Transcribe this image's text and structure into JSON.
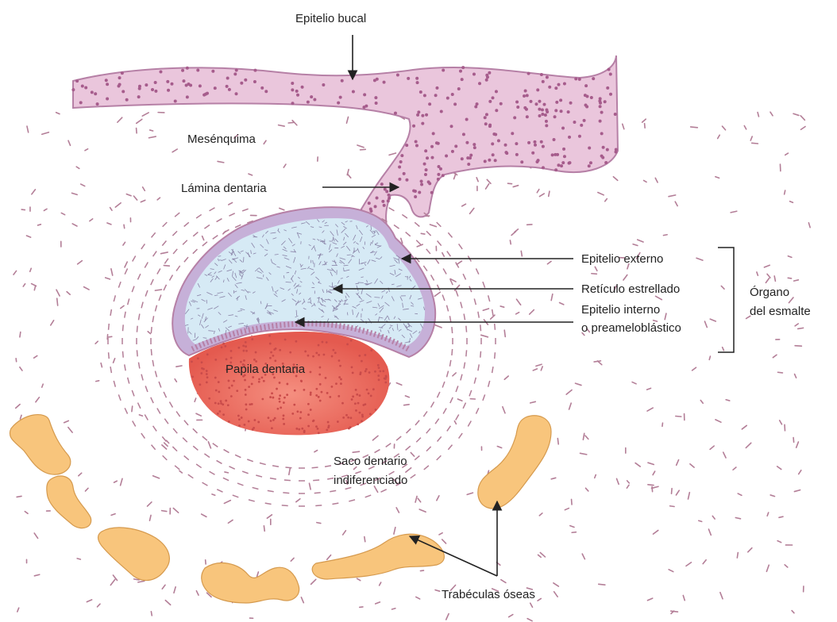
{
  "labels": {
    "epitelio_bucal": "Epitelio bucal",
    "mesenquima": "Mesénquima",
    "lamina_dentaria": "Lámina dentaria",
    "epitelio_externo": "Epitelio externo",
    "reticulo_estrellado": "Retículo estrellado",
    "epitelio_interno_line1": "Epitelio interno",
    "epitelio_interno_line2": "o preameloblástico",
    "organo_line1": "Órgano",
    "organo_line2": "del esmalte",
    "papila_dentaria": "Papila dentaria",
    "saco_line1": "Saco dentario",
    "saco_line2": "indiferenciado",
    "trabeculas": "Trabéculas óseas"
  },
  "colors": {
    "epithelium_fill": "#eac6dc",
    "epithelium_stroke": "#b680a6",
    "epithelium_nuclei": "#a65c8c",
    "outer_epithelium": "#c6b0d8",
    "stellate_reticulum": "#d6eaf5",
    "papilla_center": "#f58f80",
    "papilla_edge": "#e45a4f",
    "bone": "#f8c57c",
    "bone_stroke": "#d59a4e",
    "mesenchyme_cells": "#b37e97",
    "text": "#222222",
    "arrow": "#222222"
  }
}
